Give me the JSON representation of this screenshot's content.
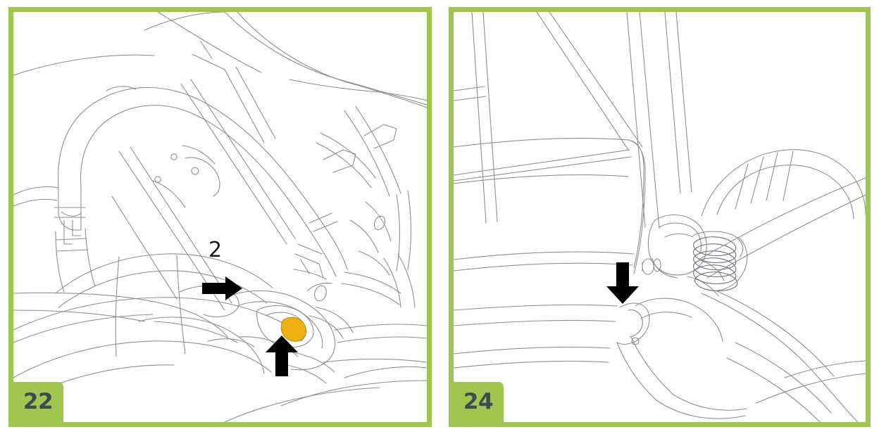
{
  "doc": {
    "type": "instruction-manual-steps",
    "background_color": "#ffffff",
    "accent_color": "#a0c650",
    "line_color": "#8e8e96",
    "arrow_color": "#000000",
    "highlight_color": "#eeb111",
    "badge_text_color": "#3f4b53"
  },
  "panels": [
    {
      "id": "panel-step-22",
      "step_number": "22",
      "illustration": "stroller-bumper-bar-release-detail",
      "annotations": [
        {
          "name": "callout-number",
          "text": "2"
        },
        {
          "name": "arrow-right",
          "direction": "right",
          "label": "press in"
        },
        {
          "name": "arrow-up",
          "direction": "up",
          "label": "push up"
        },
        {
          "name": "release-button-highlight",
          "color": "#eeb111"
        }
      ]
    },
    {
      "id": "panel-step-24",
      "step_number": "24",
      "illustration": "stroller-frame-fold-hinge-detail",
      "annotations": [
        {
          "name": "arrow-down",
          "direction": "down",
          "label": "push down"
        }
      ]
    }
  ]
}
